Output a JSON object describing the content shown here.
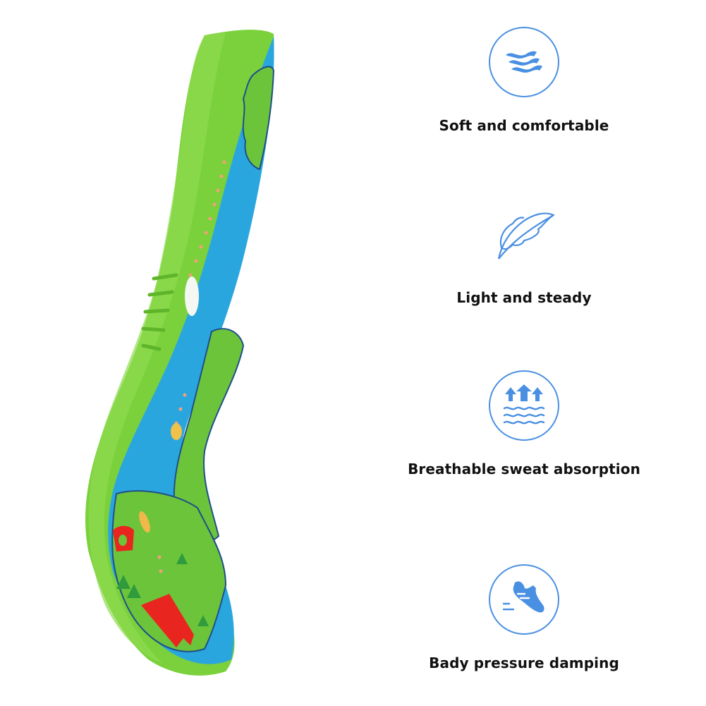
{
  "product": {
    "name": "insole-image",
    "colors": {
      "shell_green": "#7ad13c",
      "shell_green_dark": "#5fb52a",
      "top_green": "#6cc43a",
      "water_blue": "#2aa6df",
      "flag_red": "#e8261f",
      "outline_navy": "#1f4f8a"
    }
  },
  "accent_color": "#4a90e2",
  "features": [
    {
      "icon": "waves-icon",
      "label": "Soft and comfortable"
    },
    {
      "icon": "feather-icon",
      "label": "Light and steady"
    },
    {
      "icon": "breathable-arrows-icon",
      "label": "Breathable sweat absorption"
    },
    {
      "icon": "running-shoe-icon",
      "label": "Bady pressure damping"
    }
  ]
}
